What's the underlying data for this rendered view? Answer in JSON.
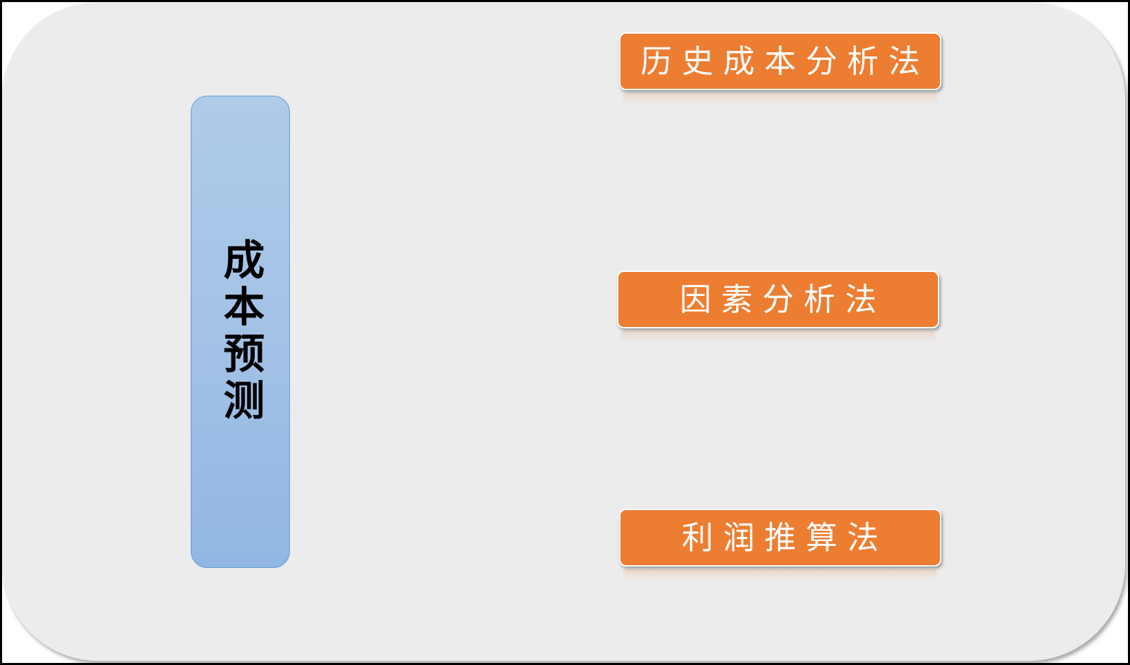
{
  "diagram": {
    "root": {
      "label": "成本预测"
    },
    "branches": [
      {
        "label": "历史成本分析法"
      },
      {
        "label": "因素分析法"
      },
      {
        "label": "利润推算法"
      }
    ],
    "colors": {
      "background": "#ececec",
      "root_fill": "#a3c2e6",
      "root_border": "#5b9bd5",
      "branch_fill": "#ed7d31",
      "connector": "#70ad47"
    }
  }
}
